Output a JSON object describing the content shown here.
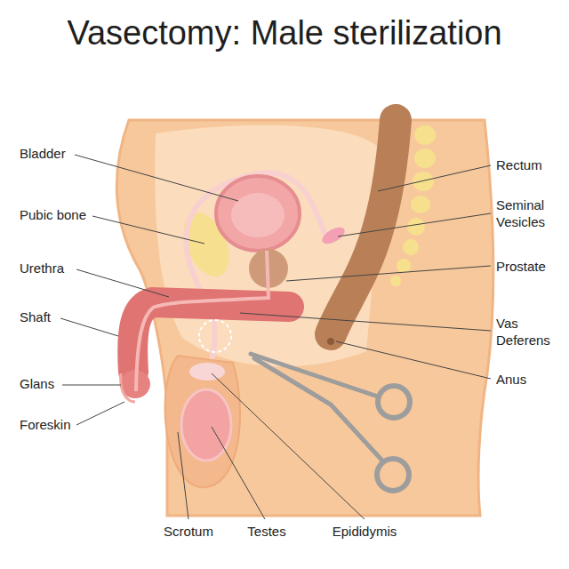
{
  "diagram": {
    "title": "Vasectomy: Male sterilization",
    "labels": [
      "Bladder",
      "Pubic bone",
      "Urethra",
      "Shaft",
      "Glans",
      "Foreskin",
      "Scrotum",
      "Testes",
      "Epididymis",
      "Rectum",
      "Seminal Vesicles",
      "Prostate",
      "Vas Deferens",
      "Anus"
    ]
  }
}
